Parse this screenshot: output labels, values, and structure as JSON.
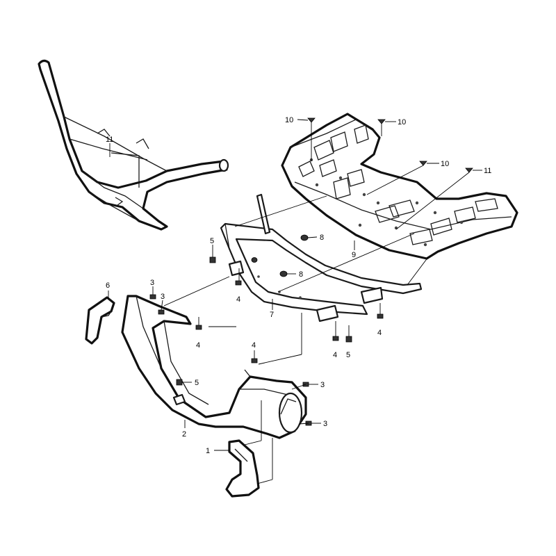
{
  "callouts": [
    {
      "id": "c1",
      "label": "1"
    },
    {
      "id": "c2",
      "label": "2"
    },
    {
      "id": "c3a",
      "label": "3"
    },
    {
      "id": "c3b",
      "label": "3"
    },
    {
      "id": "c3c",
      "label": "3"
    },
    {
      "id": "c3d",
      "label": "3"
    },
    {
      "id": "c4a",
      "label": "4"
    },
    {
      "id": "c4b",
      "label": "4"
    },
    {
      "id": "c4c",
      "label": "4"
    },
    {
      "id": "c4d",
      "label": "4"
    },
    {
      "id": "c4e",
      "label": "4"
    },
    {
      "id": "c5a",
      "label": "5"
    },
    {
      "id": "c5b",
      "label": "5"
    },
    {
      "id": "c5c",
      "label": "5"
    },
    {
      "id": "c6",
      "label": "6"
    },
    {
      "id": "c7",
      "label": "7"
    },
    {
      "id": "c8a",
      "label": "8"
    },
    {
      "id": "c8b",
      "label": "8"
    },
    {
      "id": "c9",
      "label": "9"
    },
    {
      "id": "c10a",
      "label": "10"
    },
    {
      "id": "c10b",
      "label": "10"
    },
    {
      "id": "c10c",
      "label": "10"
    },
    {
      "id": "c10d",
      "label": "10"
    },
    {
      "id": "c11",
      "label": "11"
    }
  ]
}
